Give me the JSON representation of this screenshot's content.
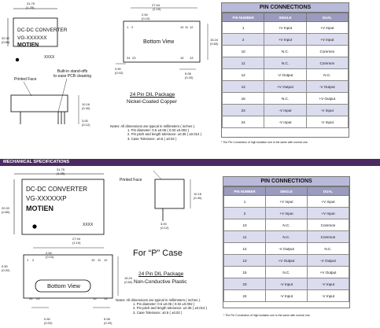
{
  "top": {
    "module": {
      "line1": "DC-DC CONVERTER",
      "line2": "VG-XXXXXX",
      "brand": "MOTIEN",
      "code": "XXXX"
    },
    "dims": {
      "width": "31.75",
      "width_in": "(1.25)",
      "height": "20.32",
      "height_in": "(0.80)",
      "pinrow": "27.94",
      "pinrow_in": "(1.10)",
      "pitch": "2.54",
      "pitch_in": "(0.10)",
      "bottom_h": "15.24",
      "bottom_h_in": "(0.60)",
      "edge": "5.08",
      "edge_in": "(0.20)",
      "side": "0.50",
      "side_in": "(0.02)",
      "body_h": "10.16",
      "body_h_in": "(0.40)",
      "pin_len": "3.00",
      "pin_len_in": "(0.12)"
    },
    "bottom_view": "Bottom View",
    "pin_labels": {
      "p1": "1",
      "p2": "2",
      "p10": "10",
      "p11": "11",
      "p12": "12",
      "p13": "13",
      "p15": "15",
      "p24": "24",
      "p23": "23"
    },
    "printed_face": "Printed Face",
    "standoffs": "Built-in stand-offs\nto ease PCB cleaning",
    "package": "24 Pin DIL Package",
    "finish": "Nickel-Coated Copper",
    "notes": {
      "head": "Notes: All dimensions are typical in millimeters ( inches ).",
      "n1": "1. Pin diameter: 0.5 ±0.05 ( 0.02 ±0.002 )",
      "n2": "2. Pin pitch and length tolerance: ±0.35 ( ±0.014 )",
      "n3": "3. Case Tolerance: ±0.5 ( ±0.02 )"
    }
  },
  "section_title": "MECHANICAL SPECIFICATIONS",
  "bottom": {
    "module": {
      "line1": "DC-DC CONVERTER",
      "line2": "VG-XXXXXXP",
      "brand": "MOTIEN",
      "code": "XXXX"
    },
    "p_case": "For “P” Case",
    "package": "24 Pin DIL Package",
    "finish": "Non-Conductive Plastic",
    "printed_face": "Printed Face",
    "bottom_view": "Bottom  View",
    "notes": {
      "head": "Notes: All dimensions are typical in millimeters ( inches ).",
      "n1": "1. Pin diameter: 0.5 ±0.05 ( 0.02 ±0.002 )",
      "n2": "2. Pin pitch and length tolerance: ±0.35 ( ±0.014 )",
      "n3": "3. Case Tolerance: ±0.5 ( ±0.02 )"
    }
  },
  "pin_table": {
    "title": "PIN CONNECTIONS",
    "headers": [
      "PIN NUMBER",
      "SINGLE",
      "DUAL"
    ],
    "rows": [
      [
        "1",
        "+V Input",
        "+V Input"
      ],
      [
        "2",
        "+V Input",
        "+V Input"
      ],
      [
        "10",
        "N.C.",
        "Common"
      ],
      [
        "11",
        "N.C.",
        "Common"
      ],
      [
        "12",
        "-V Output",
        "N.C."
      ],
      [
        "13",
        "+V Output",
        "-V Output"
      ],
      [
        "15",
        "N.C.",
        "+V Output"
      ],
      [
        "23",
        "-V Input",
        "-V Input"
      ],
      [
        "24",
        "-V Input",
        "-V Input"
      ]
    ],
    "footnote": "* The Pin Connection of high isolation one is the same with normal one."
  }
}
